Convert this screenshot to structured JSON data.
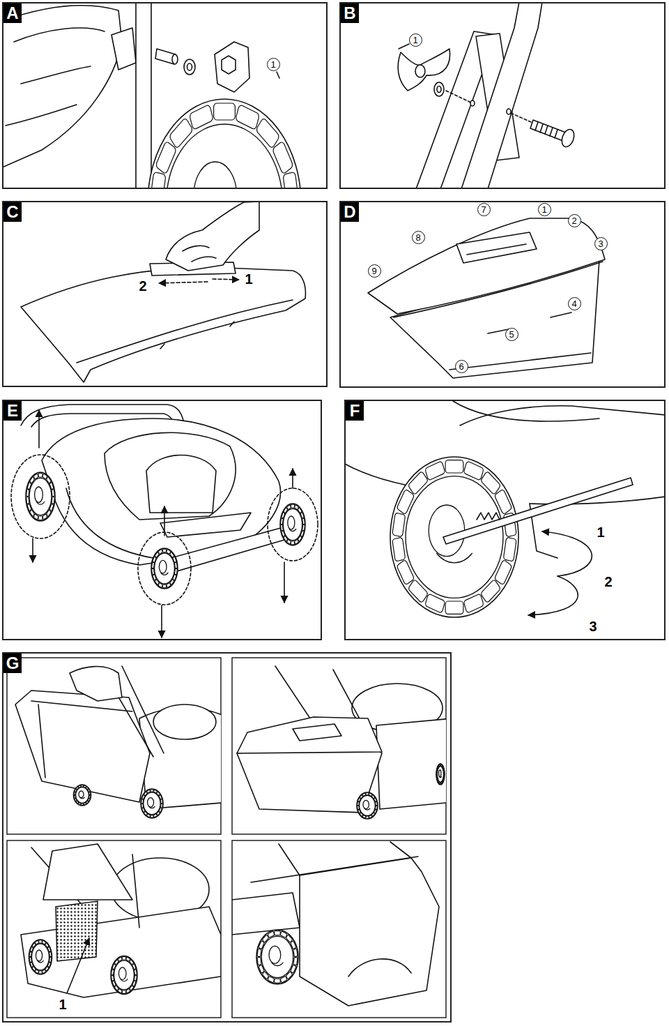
{
  "diagram": {
    "nodes": [
      {
        "text": [
          "A"
        ]
      },
      {
        "text": [
          "1"
        ],
        "in": 0
      },
      {
        "text": [
          "B"
        ]
      },
      {
        "text": [
          "1"
        ],
        "in": 2
      },
      {
        "text": [
          "C"
        ]
      },
      {
        "text": [
          "D"
        ]
      },
      {
        "text": [
          "7"
        ],
        "in": 5
      },
      {
        "text": [
          "1"
        ],
        "in": 5
      },
      {
        "text": [
          "2"
        ],
        "in": 5
      },
      {
        "text": [
          "8"
        ],
        "in": 5
      },
      {
        "text": [
          "3"
        ],
        "in": 5
      },
      {
        "text": [
          "9"
        ],
        "in": 5
      },
      {
        "text": [
          "4"
        ],
        "in": 5
      },
      {
        "text": [
          "5"
        ],
        "in": 5
      },
      {
        "text": [
          "6"
        ],
        "in": 5
      },
      {
        "text": [
          "E"
        ]
      },
      {
        "text": [
          "F"
        ]
      },
      {
        "text": [
          "G"
        ]
      }
    ],
    "edges": [],
    "labels": [
      "2",
      "1",
      "1",
      "2",
      "3",
      "1"
    ]
  }
}
